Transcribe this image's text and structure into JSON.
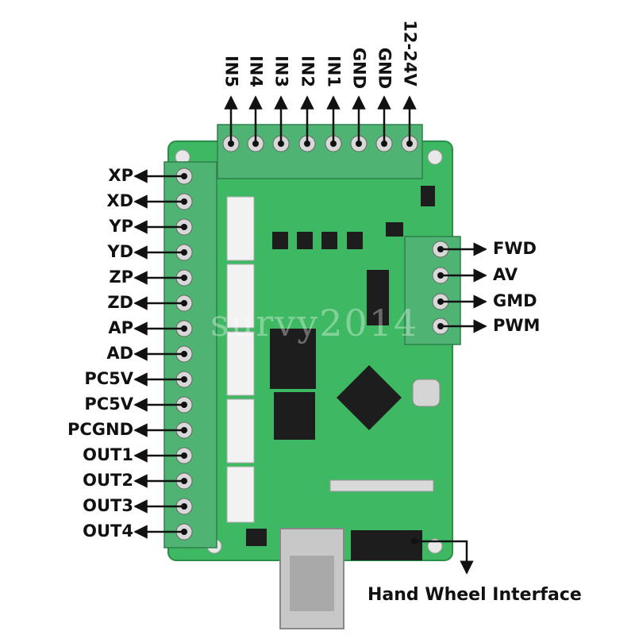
{
  "left_labels": [
    "XP",
    "XD",
    "YP",
    "YD",
    "ZP",
    "ZD",
    "AP",
    "AD",
    "PC5V",
    "PC5V",
    "PCGND",
    "OUT1",
    "OUT2",
    "OUT3",
    "OUT4"
  ],
  "top_labels": [
    "IN5",
    "IN4",
    "IN3",
    "IN2",
    "IN1",
    "GND",
    "GND",
    "12-24V"
  ],
  "right_labels": [
    "FWD",
    "AV",
    "GMD",
    "PWM"
  ],
  "bottom_label": "Hand Wheel Interface",
  "watermark": "survy2014",
  "colors": {
    "pcb": "#3fb863",
    "pcb_dark": "#2f9a4f",
    "terminal": "#4fb473",
    "chip": "#1d1d1d",
    "usb": "#c8c8c8",
    "arrow": "#111111"
  }
}
